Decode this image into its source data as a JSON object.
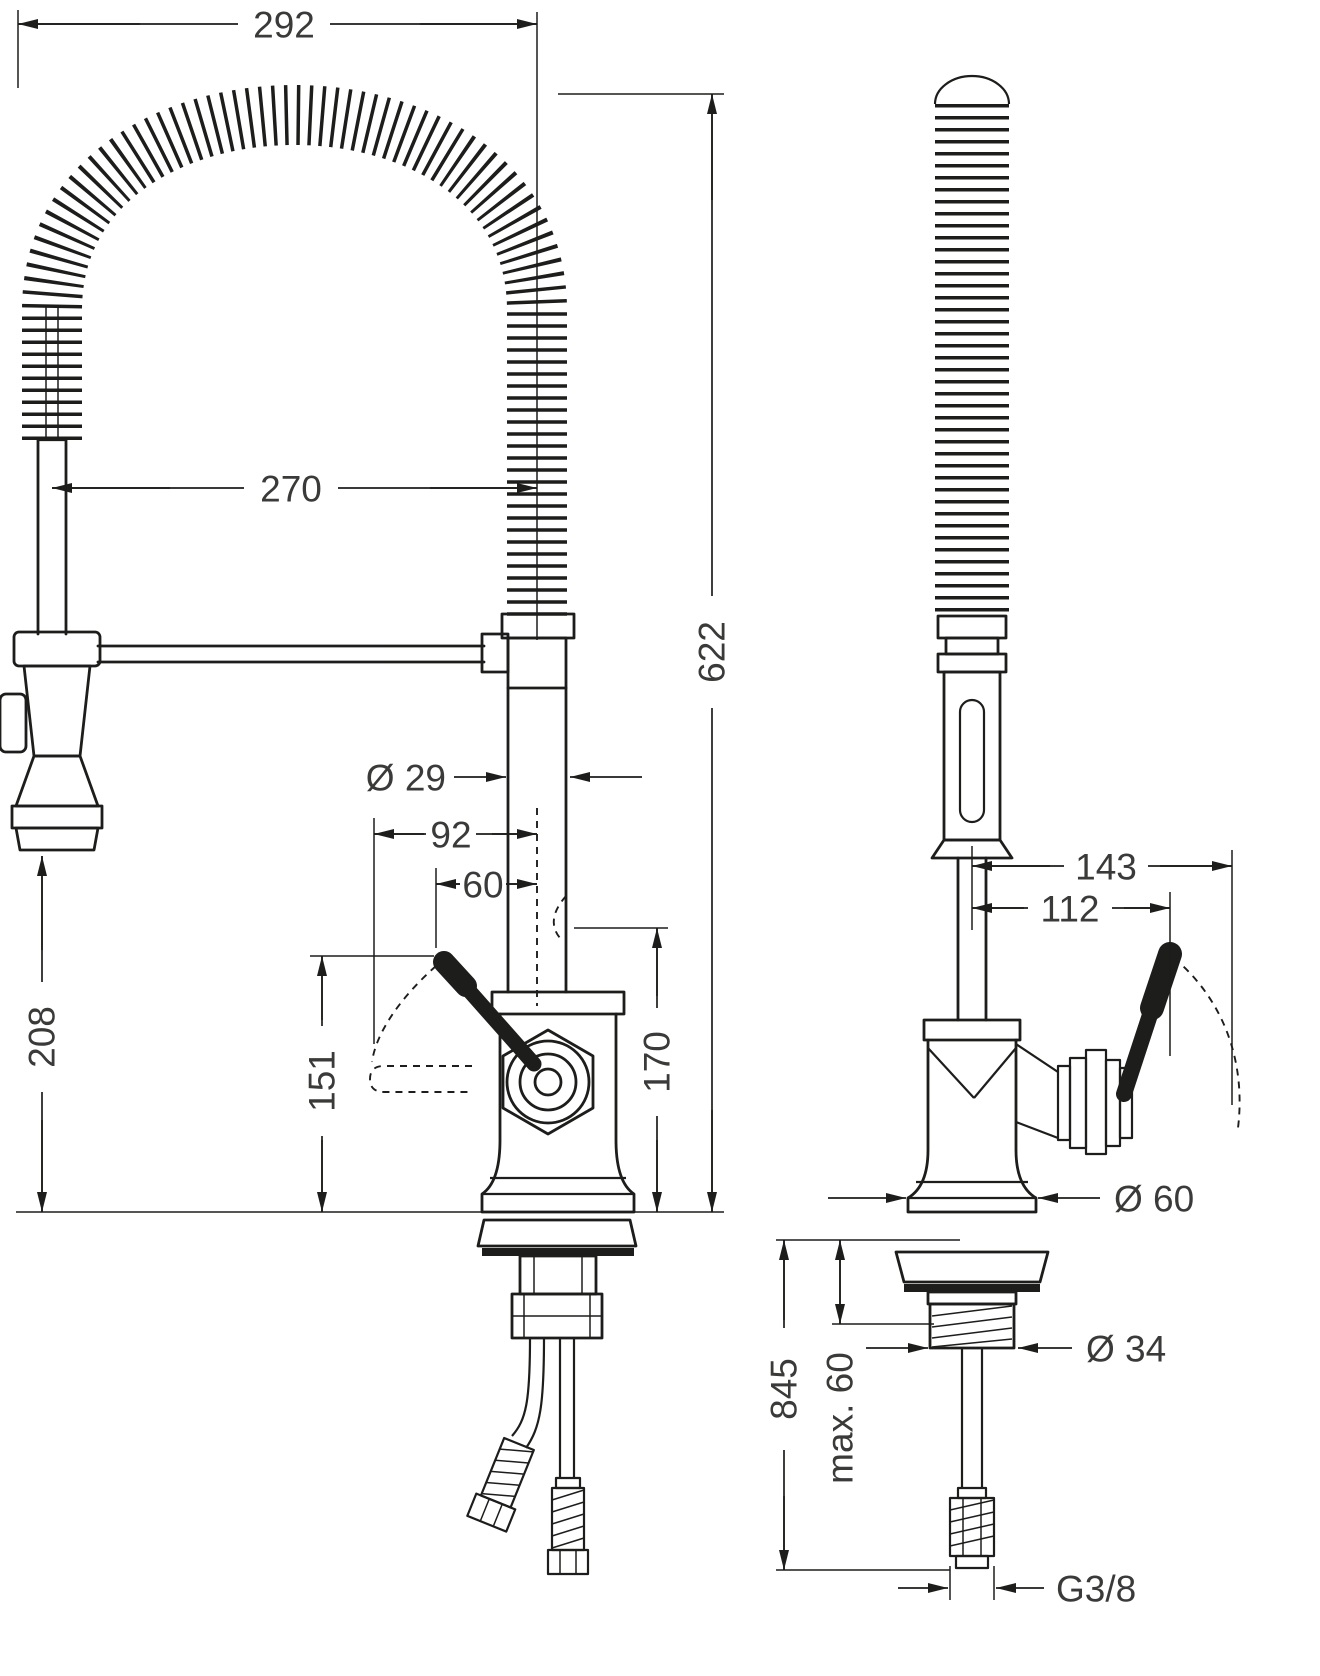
{
  "drawing": {
    "type": "technical-dimension-drawing",
    "subject": "semi-pro kitchen mixer tap, front and side view",
    "line_color": "#1d1d1b",
    "text_color": "#3a3a39",
    "background": "#ffffff"
  },
  "front_view": {
    "dims": {
      "top_width": "292",
      "coil_width": "270",
      "overall_height": "622",
      "handshower_height": "208",
      "pipe_diameter": "Ø 29",
      "handle_offset_max": "92",
      "handle_offset": "60",
      "handle_height": "151",
      "outlet_height": "170"
    }
  },
  "side_view": {
    "dims": {
      "depth": "143",
      "handle_depth": "112",
      "base_diameter": "Ø 60",
      "supply_length": "845",
      "max_deck_thickness": "max. 60",
      "shank_diameter": "Ø 34",
      "thread": "G3/8"
    }
  }
}
